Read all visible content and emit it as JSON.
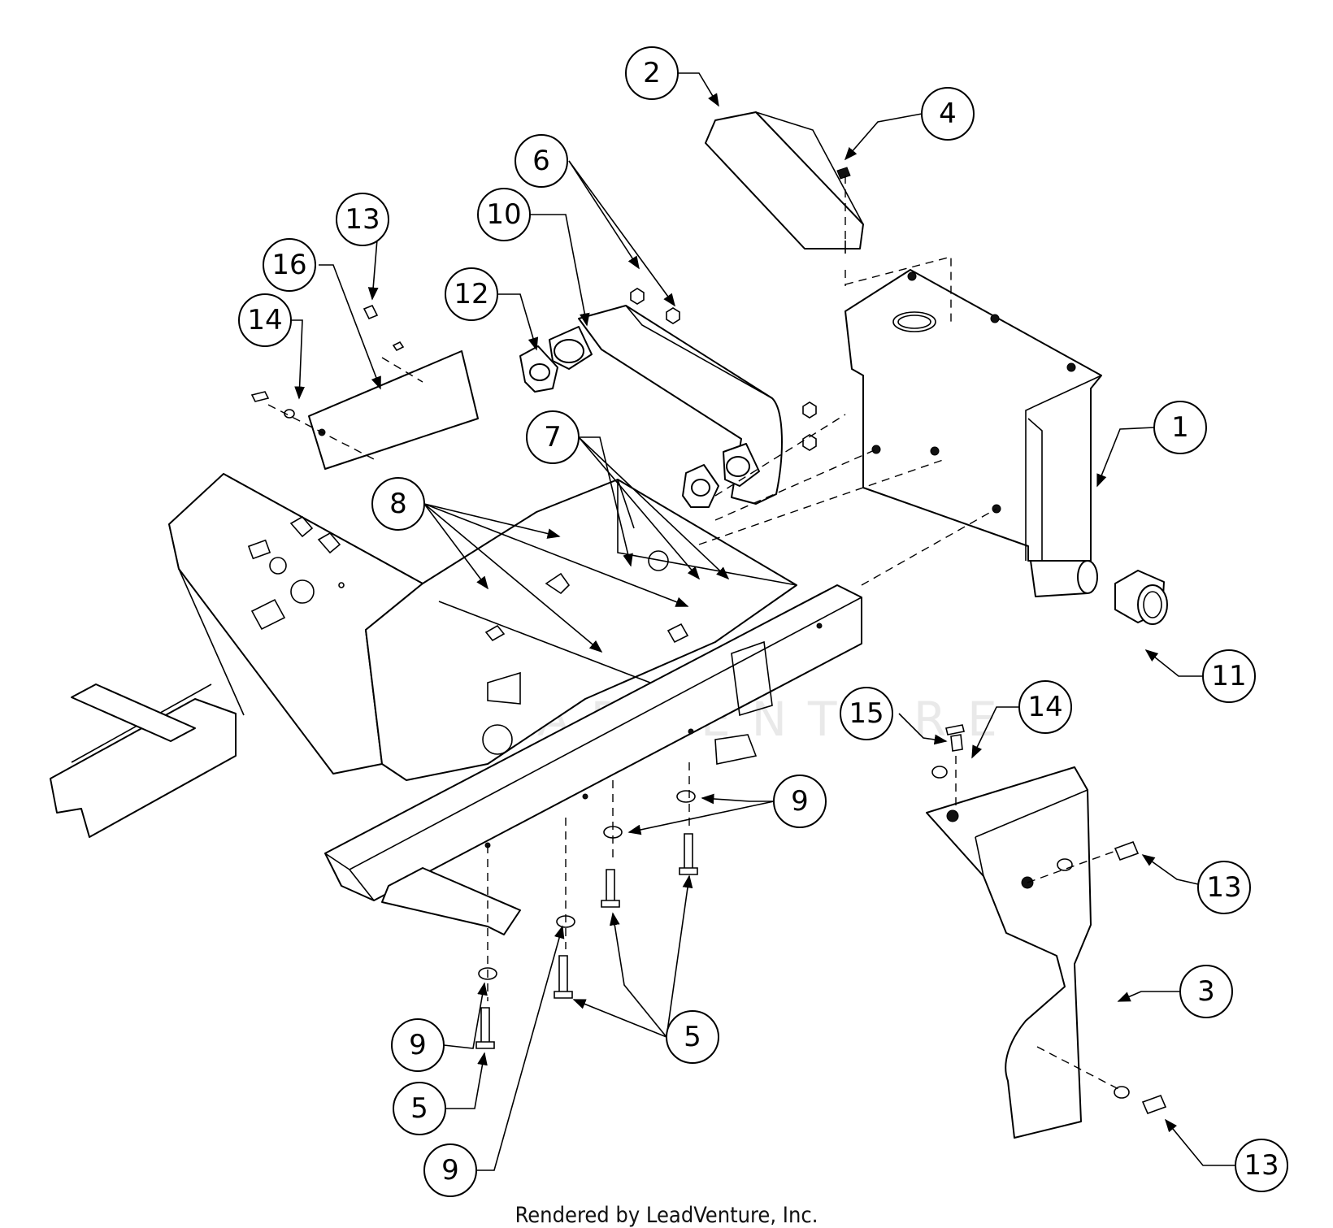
{
  "diagram": {
    "watermark": "LEADVENTURE",
    "callouts": [
      {
        "id": "callout-1",
        "label": "1"
      },
      {
        "id": "callout-2",
        "label": "2"
      },
      {
        "id": "callout-3",
        "label": "3"
      },
      {
        "id": "callout-4",
        "label": "4"
      },
      {
        "id": "callout-5a",
        "label": "5"
      },
      {
        "id": "callout-5b",
        "label": "5"
      },
      {
        "id": "callout-6",
        "label": "6"
      },
      {
        "id": "callout-7",
        "label": "7"
      },
      {
        "id": "callout-8",
        "label": "8"
      },
      {
        "id": "callout-9a",
        "label": "9"
      },
      {
        "id": "callout-9b",
        "label": "9"
      },
      {
        "id": "callout-9c",
        "label": "9"
      },
      {
        "id": "callout-10",
        "label": "10"
      },
      {
        "id": "callout-11",
        "label": "11"
      },
      {
        "id": "callout-12",
        "label": "12"
      },
      {
        "id": "callout-13a",
        "label": "13"
      },
      {
        "id": "callout-13b",
        "label": "13"
      },
      {
        "id": "callout-13c",
        "label": "13"
      },
      {
        "id": "callout-14a",
        "label": "14"
      },
      {
        "id": "callout-14b",
        "label": "14"
      },
      {
        "id": "callout-15",
        "label": "15"
      },
      {
        "id": "callout-16",
        "label": "16"
      }
    ]
  },
  "footer": {
    "text": "Rendered by LeadVenture, Inc."
  }
}
